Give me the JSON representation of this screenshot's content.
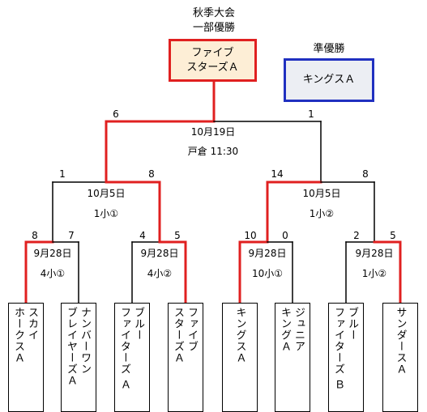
{
  "title": {
    "line1": "秋季大会",
    "line2": "一部優勝"
  },
  "champion": {
    "lines": [
      "ファイブ",
      "スターズＡ"
    ]
  },
  "runner_up": {
    "label": "準優勝",
    "name": "キングスＡ"
  },
  "colors": {
    "winner_line": "#e02020",
    "line": "#000000",
    "champion_border": "#e02020",
    "champion_fill": "#fdeed6",
    "runner_border": "#2030c0",
    "runner_fill": "#eceef3"
  },
  "final": {
    "left_score": "6",
    "right_score": "1",
    "date": "10月19日",
    "venue": "戸倉 11:30"
  },
  "semis": [
    {
      "left_score": "1",
      "right_score": "8",
      "date": "10月5日",
      "venue": "1小①"
    },
    {
      "left_score": "14",
      "right_score": "8",
      "date": "10月5日",
      "venue": "1小②"
    }
  ],
  "quarters": [
    {
      "left_score": "8",
      "right_score": "7",
      "date": "9月28日",
      "venue": "4小①"
    },
    {
      "left_score": "4",
      "right_score": "5",
      "date": "9月28日",
      "venue": "4小②"
    },
    {
      "left_score": "10",
      "right_score": "0",
      "date": "9月28日",
      "venue": "10小①"
    },
    {
      "left_score": "2",
      "right_score": "5",
      "date": "9月28日",
      "venue": "1小②"
    }
  ],
  "teams": [
    {
      "lines": [
        "スカイ",
        "ホークスＡ"
      ]
    },
    {
      "lines": [
        "ナンバーワン",
        "ブレイヤーズＡ"
      ]
    },
    {
      "lines": [
        "ブルー",
        "ファイターズ Ａ"
      ]
    },
    {
      "lines": [
        "ファイブ",
        "スターズＡ"
      ]
    },
    {
      "lines": [
        "キングスＡ"
      ]
    },
    {
      "lines": [
        "ジュニア",
        "キングＡ"
      ]
    },
    {
      "lines": [
        "ブルー",
        "ファイターズ Ｂ"
      ]
    },
    {
      "lines": [
        "サンダースＡ"
      ]
    }
  ]
}
